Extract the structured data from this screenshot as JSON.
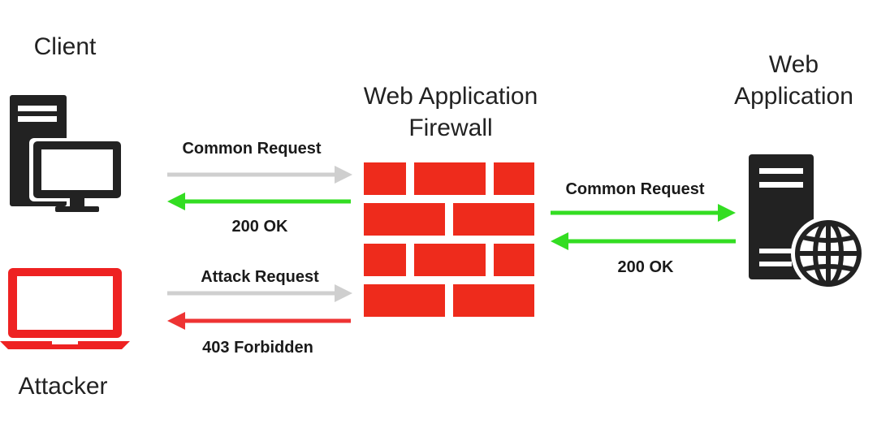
{
  "nodes": {
    "client": {
      "label": "Client"
    },
    "attacker": {
      "label": "Attacker"
    },
    "firewall": {
      "label_line1": "Web Application",
      "label_line2": "Firewall"
    },
    "web_app": {
      "label_line1": "Web",
      "label_line2": "Application"
    }
  },
  "edges": {
    "client_request": {
      "label": "Common Request"
    },
    "client_response": {
      "label": "200 OK"
    },
    "attack_request": {
      "label": "Attack Request"
    },
    "attack_response": {
      "label": "403 Forbidden"
    },
    "server_request": {
      "label": "Common Request"
    },
    "server_response": {
      "label": "200 OK"
    }
  },
  "colors": {
    "request_arrow": "#cfcfcf",
    "ok_arrow": "#33dd22",
    "forbidden_arrow": "#ee3333",
    "firewall_brick": "#ee2b1c",
    "client_device": "#222222",
    "attacker_device": "#ee2222",
    "server_device": "#222222"
  },
  "icons": {
    "client": "desktop-computer-icon",
    "attacker": "laptop-icon",
    "firewall": "brick-wall-icon",
    "web_app": "server-globe-icon"
  }
}
